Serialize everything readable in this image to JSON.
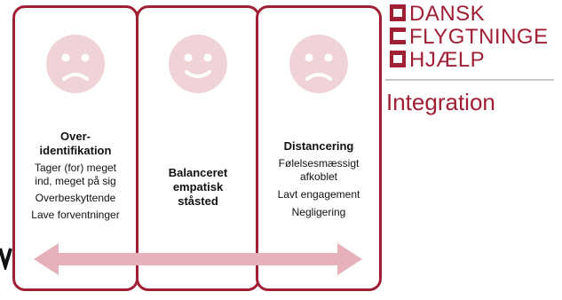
{
  "panels": [
    {
      "face": "sad-face",
      "title": "Over-identifikation",
      "title_lines": [
        "Over-",
        "identifikation"
      ],
      "items": [
        "Tager (for) meget ind, meget på sig",
        "Overbeskyttende",
        "Lave forventninger"
      ],
      "item_lines": [
        [
          "Tager (for) meget",
          "ind, meget på sig"
        ],
        [
          "Overbeskyttende"
        ],
        [
          "Lave forventninger"
        ]
      ]
    },
    {
      "face": "smiling-face",
      "title": "Balanceret empatisk ståsted",
      "title_lines": [
        "Balanceret",
        "empatisk",
        "ståsted"
      ],
      "items": []
    },
    {
      "face": "sad-face",
      "title": "Distancering",
      "title_lines": [
        "Distancering"
      ],
      "items": [
        "Følelsesmæssigt afkoblet",
        "Lavt engagement",
        "Negligering"
      ],
      "item_lines": [
        [
          "Følelsesmæssigt",
          "afkoblet"
        ],
        [
          "Lavt engagement"
        ],
        [
          "Negligering"
        ]
      ]
    }
  ],
  "arrow": {
    "direction": "both",
    "color": "#e6b1b8"
  },
  "logo": {
    "lines": [
      "DANSK",
      "FLYGTNINGE",
      "HJÆLP"
    ],
    "mark": "DRC",
    "color": "#a01f35"
  },
  "subtitle": "Integration",
  "colors": {
    "accent": "#a01f35",
    "face": "#f0d3d6",
    "arrow": "#e6b1b8"
  }
}
